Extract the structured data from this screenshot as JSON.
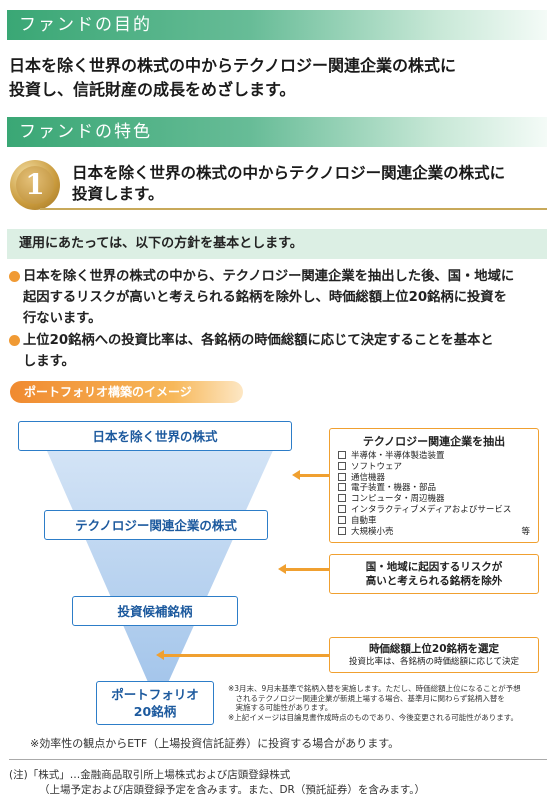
{
  "purpose": {
    "heading": "ファンドの目的",
    "text_line1": "日本を除く世界の株式の中からテクノロジー関連企業の株式に",
    "text_line2": "投資し、信託財産の成長をめざします。"
  },
  "features": {
    "heading": "ファンドの特色",
    "badge_number": "1",
    "feature_line1": "日本を除く世界の株式の中からテクノロジー関連企業の株式に",
    "feature_line2": "投資します。",
    "policy_text": "運用にあたっては、以下の方針を基本とします。",
    "bullets": [
      {
        "line1": "日本を除く世界の株式の中から、テクノロジー関連企業を抽出した後、国・地域に",
        "line2": "起因するリスクが高いと考えられる銘柄を除外し、時価総額上位20銘柄に投資を",
        "line3": "行ないます。"
      },
      {
        "line1": "上位20銘柄への投資比率は、各銘柄の時価総額に応じて決定することを基本と",
        "line2": "します。"
      }
    ]
  },
  "portfolio": {
    "pill_label": "ポートフォリオ構築のイメージ",
    "stages": [
      "日本を除く世界の株式",
      "テクノロジー関連企業の株式",
      "投資候補銘柄",
      "ポートフォリオ",
      "20銘柄"
    ],
    "extract_box": {
      "title": "テクノロジー関連企業を抽出",
      "items": [
        "半導体・半導体製造装置",
        "ソフトウェア",
        "通信機器",
        "電子装置・機器・部品",
        "コンピュータ・周辺機器",
        "インタラクティブメディアおよびサービス",
        "自動車",
        "大規模小売"
      ],
      "etc": "等"
    },
    "exclude_box": {
      "line1": "国・地域に起因するリスクが",
      "line2": "高いと考えられる銘柄を除外"
    },
    "select_box": {
      "title": "時価総額上位20銘柄を選定",
      "sub": "投資比率は、各銘柄の時価総額に応じて決定"
    },
    "fine_notes": [
      "※3月末、9月末基準で銘柄入替を実施します。ただし、時価総額上位になることが予想",
      "　されるテクノロジー関連企業が新規上場する場合、基準月に関わらず銘柄入替を",
      "　実施する可能性があります。",
      "※上記イメージは目論見書作成時点のものであり、今後変更される可能性があります。"
    ],
    "efficiency_note": "※効率性の観点からETF（上場投資信託証券）に投資する場合があります。"
  },
  "footnote": {
    "line1": "(注)「株式」…金融商品取引所上場株式および店頭登録株式",
    "line2": "（上場予定および店頭登録予定を含みます。また、DR（預託証券）を含みます。）"
  },
  "colors": {
    "green": "#3aa775",
    "gold": "#c99a3c",
    "orange": "#f0a030",
    "blue": "#2d7dc8"
  }
}
